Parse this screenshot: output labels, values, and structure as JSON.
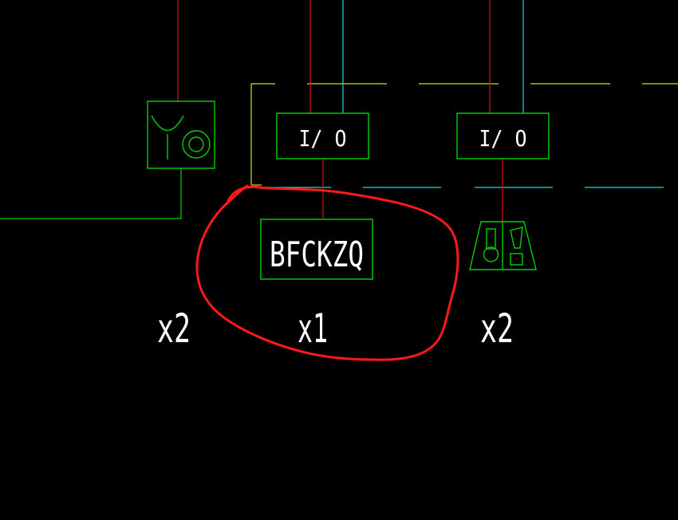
{
  "colors": {
    "background": "#000000",
    "device_outline": "#00d200",
    "power_wire": "#e01010",
    "signal_wire": "#20d8d8",
    "bus_line_yellow": "#e6d800",
    "bus_line_cyan": "#20d8d8",
    "label_text": "#ffffff",
    "markup": "#ff1a1a"
  },
  "devices": [
    {
      "id": "smoke-detector",
      "icon": "smoke-heat-detector-icon",
      "quantity": "x2"
    },
    {
      "id": "io-module-1",
      "label": "I/ O"
    },
    {
      "id": "io-module-2",
      "label": "I/ O"
    },
    {
      "id": "fire-damper-controller",
      "label": "BFCKZQ",
      "quantity": "x1"
    },
    {
      "id": "manual-alarm-button",
      "icon": "manual-alarm-button-icon",
      "quantity": "x2"
    }
  ],
  "markup": {
    "type": "freehand-circle",
    "color": "#ff1a1a"
  }
}
